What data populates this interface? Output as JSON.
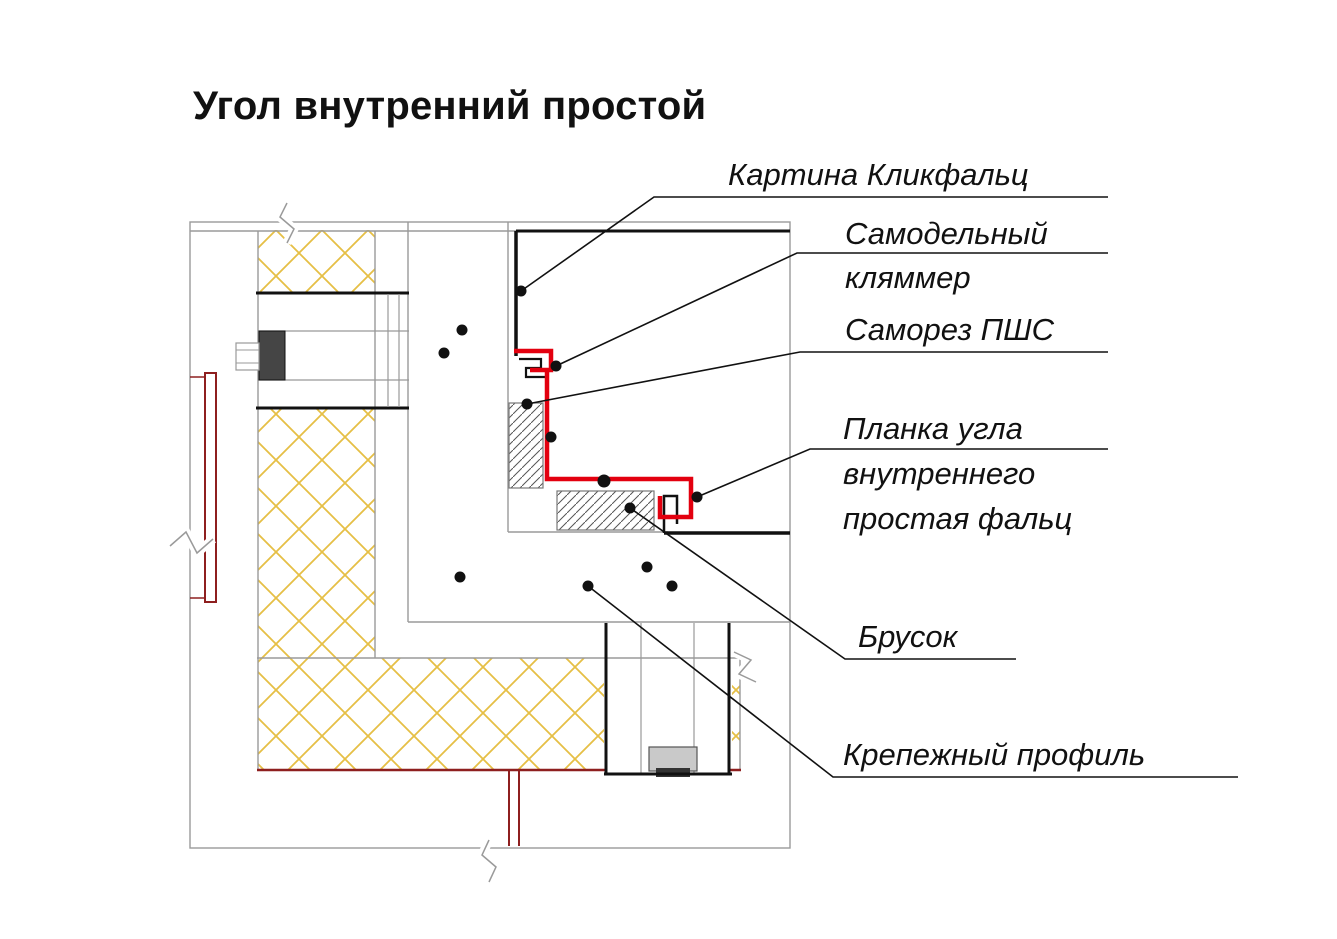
{
  "title": "Угол внутренний простой",
  "callouts": {
    "kartina": {
      "line1": "Картина Кликфальц"
    },
    "klyammer": {
      "line1": "Самодельный",
      "line2": "кляммер"
    },
    "samorez": {
      "line1": "Саморез ПШС"
    },
    "planka": {
      "line1": "Планка угла",
      "line2": "внутреннего",
      "line3": "простая фальц"
    },
    "brusok": {
      "line1": "Брусок"
    },
    "krepezh": {
      "line1": "Крепежный профиль"
    }
  },
  "colors": {
    "trim_red": "#e3000f",
    "membrane_red": "#8e1f1f",
    "insulation_yellow": "#e6bf45",
    "structure_gray": "#9a9a9a",
    "ink_black": "#111111"
  }
}
